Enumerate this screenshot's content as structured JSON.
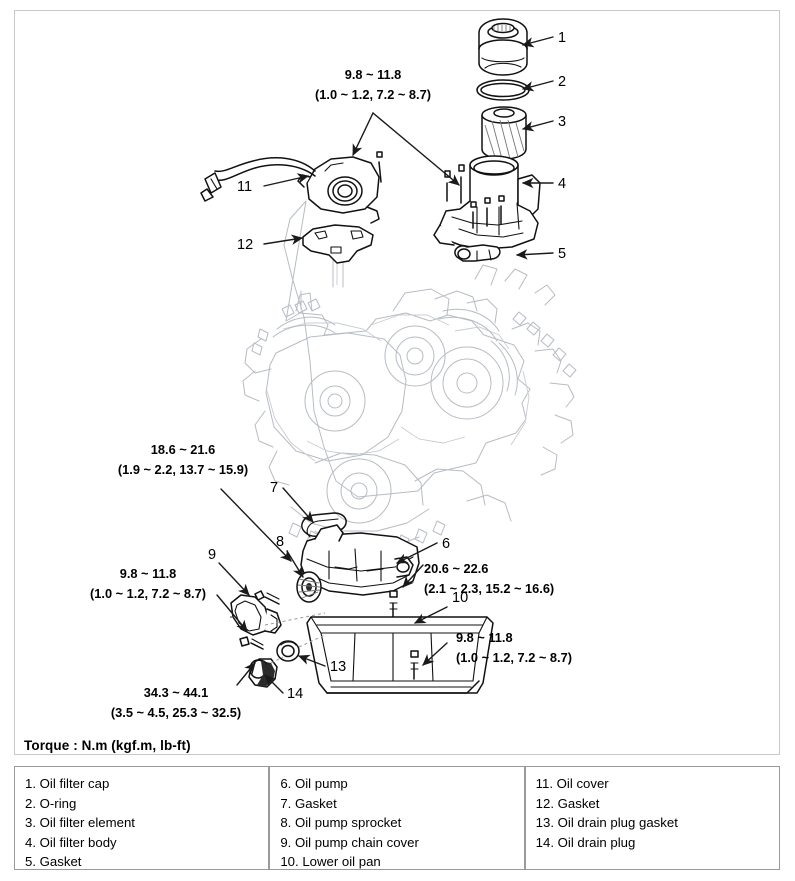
{
  "document": {
    "type": "engine-oil-system-exploded-diagram",
    "torque_caption": "Torque : N.m (kgf.m, lb-ft)"
  },
  "torque_specs": [
    {
      "id": "tq-filter-body-bolts",
      "line1": "9.8 ~ 11.8",
      "line2": "(1.0 ~ 1.2, 7.2 ~ 8.7)"
    },
    {
      "id": "tq-oil-pump-sprocket",
      "line1": "18.6 ~ 21.6",
      "line2": "(1.9 ~ 2.2, 13.7 ~ 15.9)"
    },
    {
      "id": "tq-chain-cover-bolt",
      "line1": "9.8 ~ 11.8",
      "line2": "(1.0 ~ 1.2, 7.2 ~ 8.7)"
    },
    {
      "id": "tq-drain-plug",
      "line1": "34.3 ~ 44.1",
      "line2": "(3.5 ~ 4.5, 25.3 ~ 32.5)"
    },
    {
      "id": "tq-oil-pump-bolts",
      "line1": "20.6 ~ 22.6",
      "line2": "(2.1 ~ 2.3, 15.2 ~ 16.6)"
    },
    {
      "id": "tq-oil-pan-bolts",
      "line1": "9.8 ~ 11.8",
      "line2": "(1.0 ~ 1.2, 7.2 ~ 8.7)"
    }
  ],
  "callouts": [
    {
      "n": "1"
    },
    {
      "n": "2"
    },
    {
      "n": "3"
    },
    {
      "n": "4"
    },
    {
      "n": "5"
    },
    {
      "n": "6"
    },
    {
      "n": "7"
    },
    {
      "n": "8"
    },
    {
      "n": "9"
    },
    {
      "n": "10"
    },
    {
      "n": "11"
    },
    {
      "n": "12"
    },
    {
      "n": "13"
    },
    {
      "n": "14"
    }
  ],
  "legend": {
    "columns": [
      [
        "1. Oil filter cap",
        "2. O-ring",
        "3. Oil filter element",
        "4. Oil filter body",
        "5. Gasket"
      ],
      [
        "6. Oil pump",
        "7. Gasket",
        "8. Oil pump sprocket",
        "9. Oil pump chain cover",
        "10. Lower oil pan"
      ],
      [
        "11. Oil cover",
        "12. Gasket",
        "13. Oil drain plug gasket",
        "14. Oil drain plug"
      ]
    ]
  },
  "colors": {
    "line": "#111111",
    "engine_line": "#b7bcc4",
    "border": "#c9c9c9",
    "table_border": "#9a9a9a",
    "background": "#ffffff"
  }
}
